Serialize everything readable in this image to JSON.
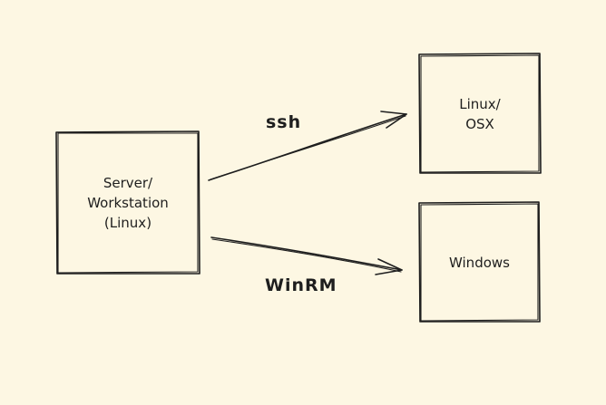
{
  "diagram": {
    "nodes": {
      "server": {
        "label": "Server/\nWorkstation\n(Linux)"
      },
      "linux": {
        "label": "Linux/\nOSX"
      },
      "windows": {
        "label": "Windows"
      }
    },
    "edges": {
      "ssh": {
        "from": "server",
        "to": "linux",
        "label": "ssh"
      },
      "winrm": {
        "from": "server",
        "to": "windows",
        "label": "WinRM"
      }
    }
  },
  "colors": {
    "background": "#fdf7e3",
    "stroke": "#1e1e1e"
  }
}
